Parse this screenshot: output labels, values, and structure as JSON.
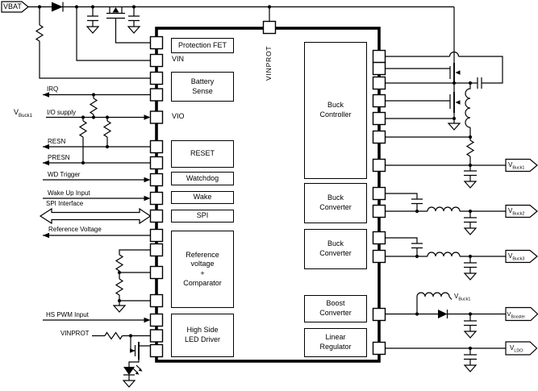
{
  "colors": {
    "line": "#000000",
    "background": "#ffffff"
  },
  "signals": {
    "vbat": "VBAT",
    "irq": "IRQ",
    "io_supply": "I/O supply",
    "resn": "RESN",
    "presn": "PRESN",
    "wd_trigger": "WD Trigger",
    "wake_up_input": "Wake Up Input",
    "spi_interface": "SPI Interface",
    "reference_voltage": "Reference Voltage",
    "hs_pwm_input": "HS PWM Input",
    "vinprot": "VINPROT"
  },
  "ic": {
    "top_pin": "VINPROT",
    "vin": "VIN",
    "vio": "VIO",
    "blocks": {
      "protection_fet": "Protection FET",
      "battery_sense": "Battery\nSense",
      "reset": "RESET",
      "watchdog": "Watchdog",
      "wake": "Wake",
      "spi": "SPI",
      "reference_comparator": "Reference\nvoltage\n+\nComparator",
      "led_driver": "High Side\nLED Driver",
      "buck_controller": "Buck\nController",
      "buck_converter_1": "Buck\nConverter",
      "buck_converter_2": "Buck\nConverter",
      "boost_converter": "Boost\nConverter",
      "linear_regulator": "Linear\nRegulator"
    }
  },
  "nets": {
    "io_supply_rail": {
      "main": "V",
      "sub": "Buck1"
    },
    "boost_input": {
      "main": "V",
      "sub": "Buck1"
    }
  },
  "outputs": {
    "vbuck1": {
      "main": "V",
      "sub": "Buck1"
    },
    "vbuck2": {
      "main": "V",
      "sub": "Buck2"
    },
    "vbuck3": {
      "main": "V",
      "sub": "Buck3"
    },
    "vbooster": {
      "main": "V",
      "sub": "Booster"
    },
    "vldo": {
      "main": "V",
      "sub": "LDO"
    }
  }
}
